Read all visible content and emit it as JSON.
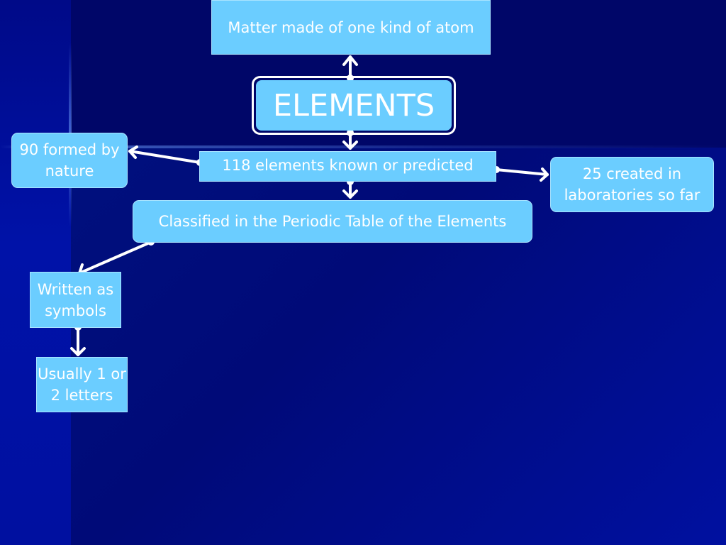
{
  "diagram": {
    "matter": "Matter made of one kind of atom",
    "elements": "ELEMENTS",
    "known": "118 elements known or predicted",
    "nature": "90 formed by nature",
    "created": "25 created in laboratories so far",
    "classified": "Classified in the Periodic Table of the Elements",
    "written": "Written as symbols",
    "usually": "Usually 1 or 2 letters"
  },
  "colors": {
    "background": "#000873",
    "box_fill": "#6bcdff",
    "text": "#ffffff",
    "connector": "#ffffff"
  }
}
